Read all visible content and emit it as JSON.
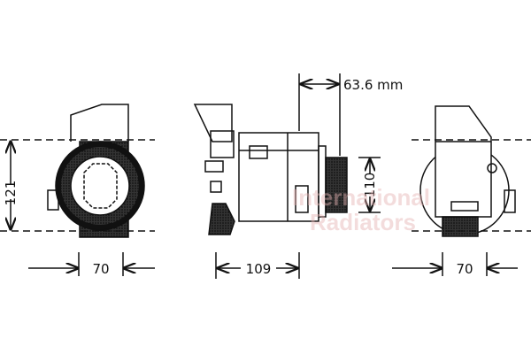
{
  "dimensions": {
    "left_height": "121",
    "left_width": "70",
    "side_length": "109",
    "pulley_offset": "63.6 mm",
    "pulley_diameter": "110",
    "right_width": "70"
  },
  "watermark": {
    "line1": "International",
    "line2": "Radiators"
  },
  "colors": {
    "line": "#111111",
    "watermark": "#e6b3b3"
  }
}
